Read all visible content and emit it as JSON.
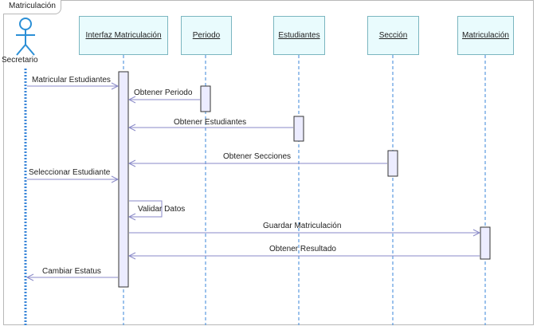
{
  "frame": {
    "title": "Matriculación"
  },
  "actor": {
    "name": "Secretario"
  },
  "lifelines": [
    {
      "label": "Interfaz Matriculación"
    },
    {
      "label": "Periodo"
    },
    {
      "label": "Estudiantes"
    },
    {
      "label": "Sección"
    },
    {
      "label": "Matriculación"
    }
  ],
  "messages": [
    {
      "label": "Matricular Estudiantes"
    },
    {
      "label": "Obtener Periodo"
    },
    {
      "label": "Obtener Estudiantes"
    },
    {
      "label": "Obtener Secciones"
    },
    {
      "label": "Seleccionar Estudiante"
    },
    {
      "label": "Validar Datos"
    },
    {
      "label": "Guardar Matriculación"
    },
    {
      "label": "Obtener Resultado"
    },
    {
      "label": "Cambiar Estatus"
    }
  ],
  "colors": {
    "lifeline_fill": "#e9fbfd",
    "lifeline_stroke": "#7bb6c0",
    "dashed_line": "#3a86d8",
    "actor": "#2b8fd6",
    "activation_fill": "#ececff",
    "message_line": "#8a8ac8"
  }
}
